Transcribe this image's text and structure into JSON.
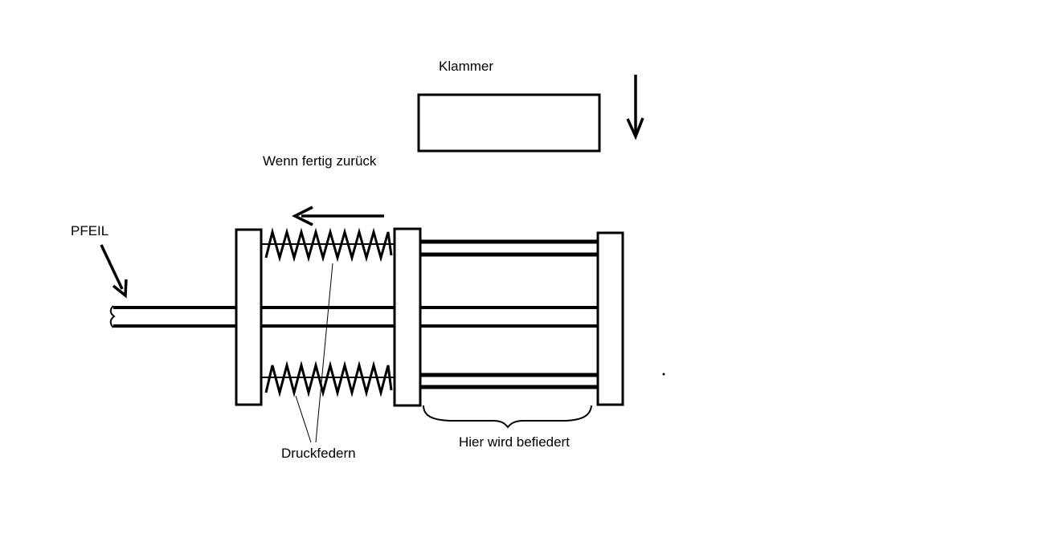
{
  "colors": {
    "background": "#ffffff",
    "ink": "#000000"
  },
  "labels": {
    "klammer": "Klammer",
    "return_note": "Wenn fertig zurück",
    "pfeil": "PFEIL",
    "druckfedern": "Druckfedern",
    "fletching_zone": "Hier wird befiedert"
  }
}
